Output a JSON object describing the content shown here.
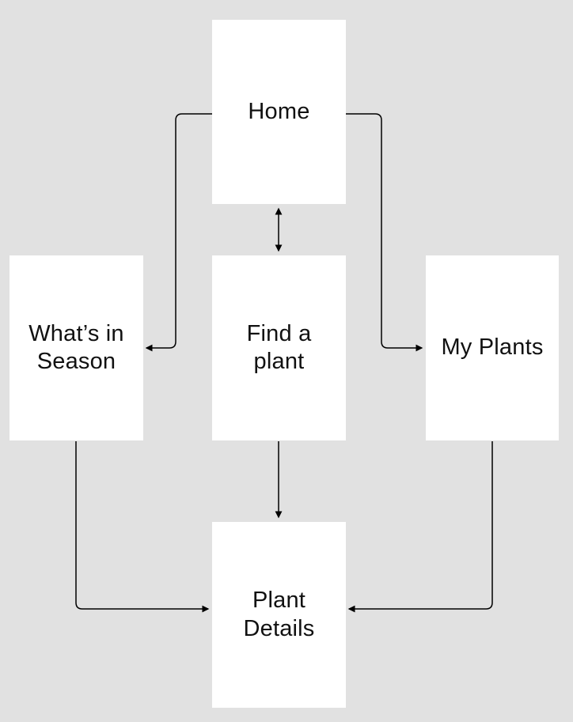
{
  "diagram": {
    "nodes": [
      {
        "id": "home",
        "label": "Home"
      },
      {
        "id": "whats-in-season",
        "label": "What’s in\nSeason"
      },
      {
        "id": "find-a-plant",
        "label": "Find a\nplant"
      },
      {
        "id": "my-plants",
        "label": "My Plants"
      },
      {
        "id": "plant-details",
        "label": "Plant\nDetails"
      }
    ],
    "edges": [
      {
        "from": "Home",
        "to": "What’s in Season",
        "type": "one-way"
      },
      {
        "from": "Home",
        "to": "Find a plant",
        "type": "two-way"
      },
      {
        "from": "Home",
        "to": "My Plants",
        "type": "one-way"
      },
      {
        "from": "Find a plant",
        "to": "Plant Details",
        "type": "one-way"
      },
      {
        "from": "What’s in Season",
        "to": "Plant Details",
        "type": "one-way"
      },
      {
        "from": "My Plants",
        "to": "Plant Details",
        "type": "one-way"
      }
    ],
    "colors": {
      "background": "#e1e1e1",
      "node_fill": "#ffffff",
      "edge": "#000000",
      "text": "#111111"
    }
  }
}
